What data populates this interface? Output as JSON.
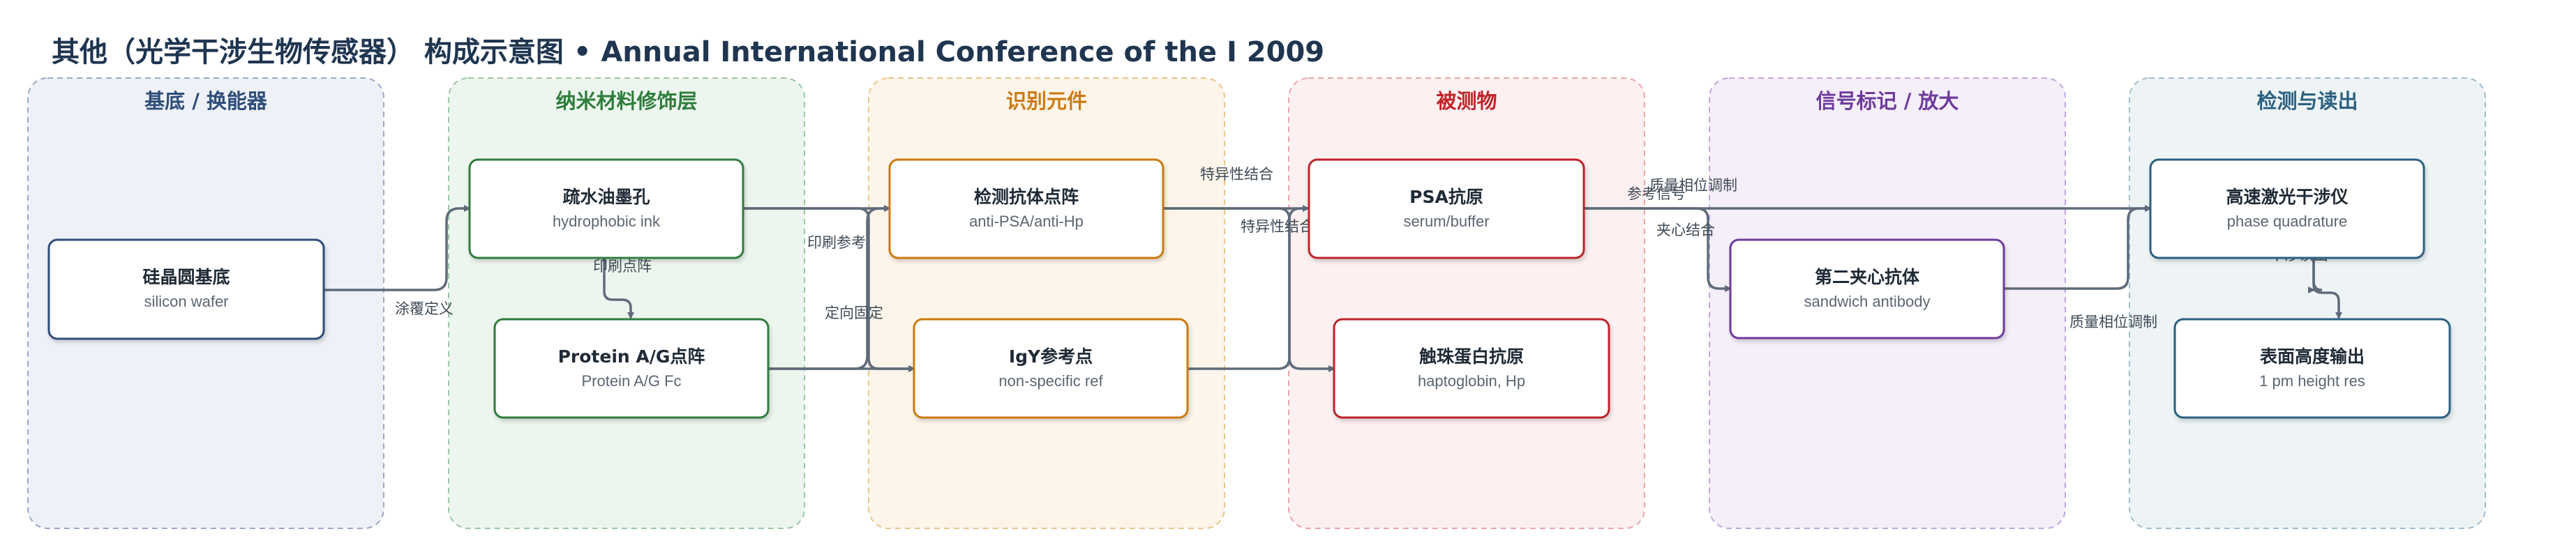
{
  "title": "其他（光学干涉生物传感器） 构成示意图 • Annual International Conference of the I 2009",
  "lanes": [
    {
      "label": "基底 / 换能器",
      "color": "#2e4d7a",
      "fill": "#eef1f7",
      "stroke": "#9aa8c8"
    },
    {
      "label": "纳米材料修饰层",
      "color": "#2e7d3c",
      "fill": "#edf6ee",
      "stroke": "#9bc7a2"
    },
    {
      "label": "识别元件",
      "color": "#cc7a10",
      "fill": "#fdf5ea",
      "stroke": "#e8c58c"
    },
    {
      "label": "被测物",
      "color": "#c0242a",
      "fill": "#fdf0f0",
      "stroke": "#eaa6a8"
    },
    {
      "label": "信号标记 / 放大",
      "color": "#6e3a9c",
      "fill": "#f4eff9",
      "stroke": "#c0a7dc"
    },
    {
      "label": "检测与读出",
      "color": "#2a6080",
      "fill": "#eef4f6",
      "stroke": "#9fbccc"
    }
  ],
  "nodes": [
    {
      "id": "silicon",
      "title": "硅晶圆基底",
      "subtitle": "silicon wafer",
      "stroke": "#2e4d7a"
    },
    {
      "id": "ink",
      "title": "疏水油墨孔",
      "subtitle": "hydrophobic ink",
      "stroke": "#2e7d3c"
    },
    {
      "id": "protein",
      "title": "Protein A/G点阵",
      "subtitle": "Protein A/G Fc",
      "stroke": "#2e7d3c"
    },
    {
      "id": "antibody",
      "title": "检测抗体点阵",
      "subtitle": "anti-PSA/anti-Hp",
      "stroke": "#cc7a10"
    },
    {
      "id": "igy",
      "title": "IgY参考点",
      "subtitle": "non-specific ref",
      "stroke": "#cc7a10"
    },
    {
      "id": "psa",
      "title": "PSA抗原",
      "subtitle": "serum/buffer",
      "stroke": "#c0242a"
    },
    {
      "id": "hp",
      "title": "触珠蛋白抗原",
      "subtitle": "haptoglobin, Hp",
      "stroke": "#c0242a"
    },
    {
      "id": "sandwich",
      "title": "第二夹心抗体",
      "subtitle": "sandwich antibody",
      "stroke": "#6e3a9c"
    },
    {
      "id": "laser",
      "title": "高速激光干涉仪",
      "subtitle": "phase quadrature",
      "stroke": "#2a6080"
    },
    {
      "id": "height",
      "title": "表面高度输出",
      "subtitle": "1 pm height res",
      "stroke": "#2a6080"
    }
  ],
  "edge_labels": {
    "coat": "涂覆定义",
    "print_dots": "印刷点阵",
    "print_ref": "印刷参考",
    "orient": "定向固定",
    "specific_1": "特异性结合",
    "specific_2": "特异性结合",
    "ref_signal": "参考信号",
    "quality_mod_top": "质量相位调制",
    "sandwich_bind": "夹心结合",
    "interf_read": "干涉读出",
    "quality_mod_bottom": "质量相位调制"
  }
}
